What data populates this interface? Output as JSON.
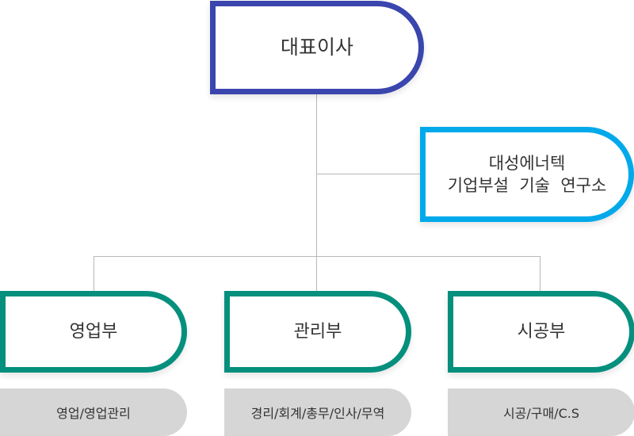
{
  "diagram": {
    "ceo": {
      "label": "대표이사"
    },
    "lab": {
      "line1": "대성에너텍",
      "line2": "기업부설  기술  연구소"
    },
    "departments": [
      {
        "label": "영업부",
        "duties": "영업/영업관리"
      },
      {
        "label": "관리부",
        "duties": "경리/회계/총무/인사/무역"
      },
      {
        "label": "시공부",
        "duties": "시공/구매/C.S"
      }
    ]
  },
  "colors": {
    "ceo_border": "#3a46ad",
    "lab_border": "#00a9ea",
    "department_border": "#058f7d",
    "duty_pill": "#d6d6d6",
    "connector": "#b8b8b8"
  }
}
